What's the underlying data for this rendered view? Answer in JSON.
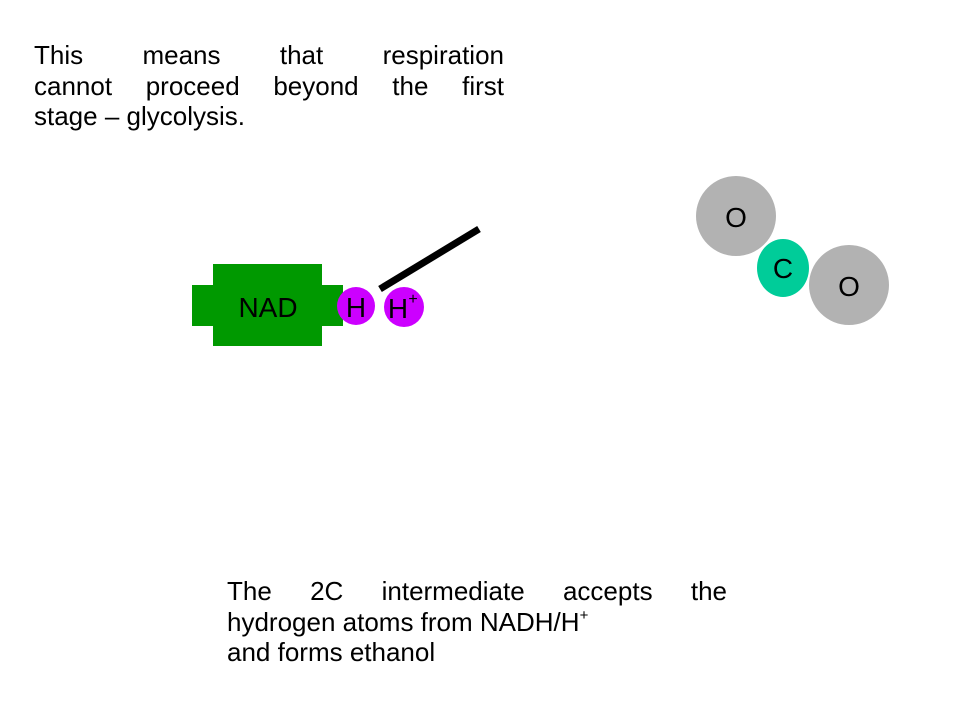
{
  "top_text": {
    "line1": "This means that respiration",
    "line2": "cannot proceed beyond the first",
    "line3": "stage – glycolysis."
  },
  "bottom_text": {
    "line1": "The 2C intermediate accepts the",
    "line2_main": "hydrogen atoms from NADH/H",
    "line2_sup": "+",
    "line3": "and forms ethanol"
  },
  "molecule_nad": {
    "nad_label": "NAD",
    "h_label": "H",
    "h_plus_label": "H",
    "h_plus_sup": "+",
    "colors": {
      "nad": "#009900",
      "hydrogen": "#cc00ff"
    }
  },
  "molecule_co2": {
    "oxygen_top_label": "O",
    "carbon_label": "C",
    "oxygen_right_label": "O",
    "colors": {
      "oxygen": "#b2b2b2",
      "carbon": "#00cc99"
    }
  }
}
